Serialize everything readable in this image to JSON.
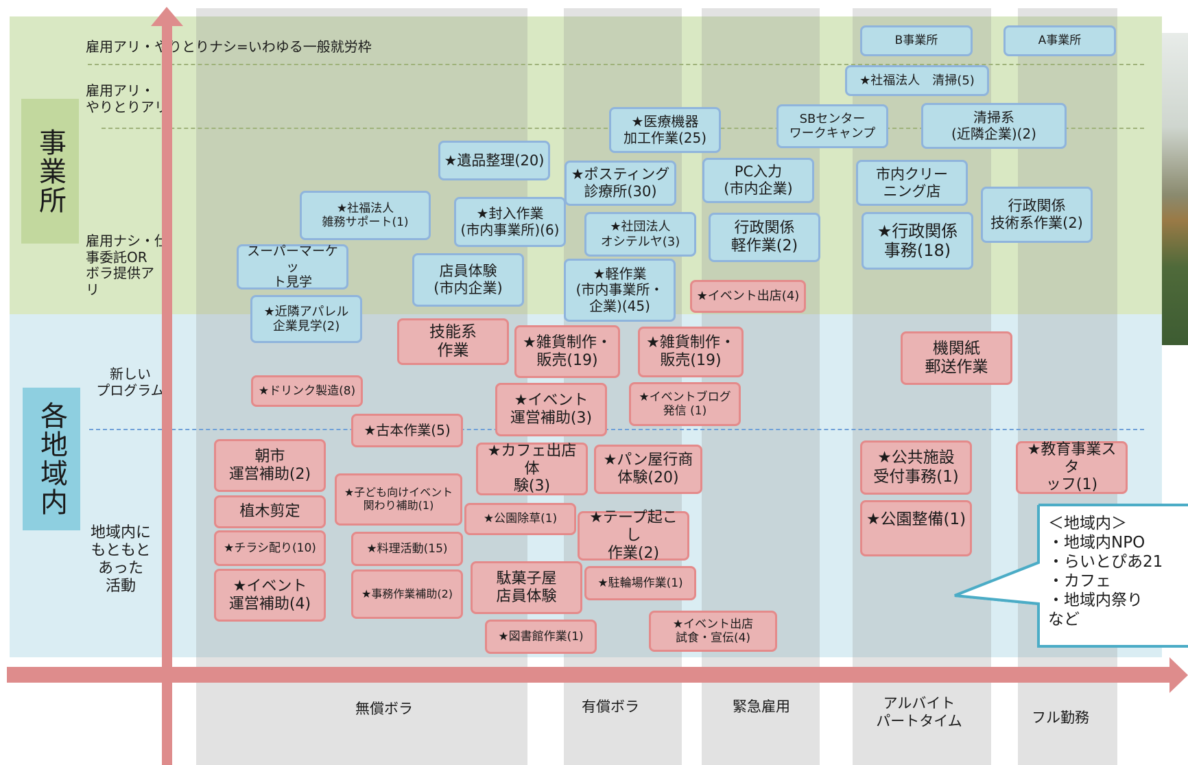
{
  "colors": {
    "office_band": "#d9e8c3",
    "region_band": "#daedf3",
    "office_label_bg": "#c2d89e",
    "region_label_bg": "#8ecfe0",
    "arrow": "#de8c8c",
    "blue_fill": "#b7dde8",
    "blue_border": "#8fb4dc",
    "pink_fill": "#eab3b3",
    "pink_border": "#e48a8a",
    "callout_border": "#4bacc6"
  },
  "vertical_labels": {
    "office": "事業所",
    "region": "各地域内"
  },
  "row_labels": {
    "general_employment": "雇用アリ・やりとりナシ=いわゆる一般就労枠",
    "employment_interaction": "雇用アリ・\nやりとりアリ",
    "no_employment": "雇用ナシ・仕\n事委託OR\nボラ提供ア\nリ",
    "new_program": "新しい\nプログラム",
    "existing_activity": "地域内に\nもともと\nあった\n活動"
  },
  "column_labels": {
    "unpaid_volunteer": "無償ボラ",
    "paid_volunteer": "有償ボラ",
    "emergency_employment": "緊急雇用",
    "part_time": "アルバイト\nパートタイム",
    "full_time": "フル勤務"
  },
  "boxes": [
    {
      "text": "B事業所",
      "color": "blue"
    },
    {
      "text": "A事業所",
      "color": "blue"
    },
    {
      "text": "★社福法人　清掃(5)",
      "color": "blue"
    },
    {
      "text": "★医療機器\n加工作業(25)",
      "color": "blue"
    },
    {
      "text": "SBセンター\nワークキャンプ",
      "color": "blue"
    },
    {
      "text": "清掃系\n(近隣企業)(2)",
      "color": "blue"
    },
    {
      "text": "★遺品整理(20)",
      "color": "blue"
    },
    {
      "text": "★ポスティング\n診療所(30)",
      "color": "blue"
    },
    {
      "text": "PC入力\n(市内企業)",
      "color": "blue"
    },
    {
      "text": "市内クリー\nニング店",
      "color": "blue"
    },
    {
      "text": "行政関係\n技術系作業(2)",
      "color": "blue"
    },
    {
      "text": "★社福法人\n雑務サポート(1)",
      "color": "blue"
    },
    {
      "text": "★封入作業\n(市内事業所)(6)",
      "color": "blue"
    },
    {
      "text": "★社団法人\nオシテルヤ(3)",
      "color": "blue"
    },
    {
      "text": "行政関係\n軽作業(2)",
      "color": "blue"
    },
    {
      "text": "★行政関係\n事務(18)",
      "color": "blue"
    },
    {
      "text": "スーパーマーケッ\nト見学",
      "color": "blue"
    },
    {
      "text": "店員体験\n(市内企業)",
      "color": "blue"
    },
    {
      "text": "★軽作業\n(市内事業所・\n企業)(45)",
      "color": "blue"
    },
    {
      "text": "★近隣アパレル\n企業見学(2)",
      "color": "blue"
    },
    {
      "text": "★イベント出店(4)",
      "color": "pink"
    },
    {
      "text": "技能系\n作業",
      "color": "pink"
    },
    {
      "text": "★雑貨制作・\n販売(19)",
      "color": "pink"
    },
    {
      "text": "★雑貨制作・\n販売(19)",
      "color": "pink"
    },
    {
      "text": "機関紙\n郵送作業",
      "color": "pink"
    },
    {
      "text": "★ドリンク製造(8)",
      "color": "pink"
    },
    {
      "text": "★イベント\n運営補助(3)",
      "color": "pink"
    },
    {
      "text": "★イベントブログ\n発信 (1)",
      "color": "pink"
    },
    {
      "text": "★古本作業(5)",
      "color": "pink"
    },
    {
      "text": "朝市\n運営補助(2)",
      "color": "pink"
    },
    {
      "text": "★カフェ出店体\n験(3)",
      "color": "pink"
    },
    {
      "text": "★パン屋行商\n体験(20)",
      "color": "pink"
    },
    {
      "text": "★公共施設\n受付事務(1)",
      "color": "pink"
    },
    {
      "text": "★教育事業スタ\nッフ(1)",
      "color": "pink"
    },
    {
      "text": "★子ども向けイベント\n関わり補助(1)",
      "color": "pink"
    },
    {
      "text": "植木剪定",
      "color": "pink"
    },
    {
      "text": "★公園除草(1)",
      "color": "pink"
    },
    {
      "text": "★テープ起こし\n作業(2)",
      "color": "pink"
    },
    {
      "text": "★公園整備(1)",
      "color": "pink"
    },
    {
      "text": "★チラシ配り(10)",
      "color": "pink"
    },
    {
      "text": "★料理活動(15)",
      "color": "pink"
    },
    {
      "text": "★イベント\n運営補助(4)",
      "color": "pink"
    },
    {
      "text": "★事務作業補助(2)",
      "color": "pink"
    },
    {
      "text": "駄菓子屋\n店員体験",
      "color": "pink"
    },
    {
      "text": "★駐輪場作業(1)",
      "color": "pink"
    },
    {
      "text": "★図書館作業(1)",
      "color": "pink"
    },
    {
      "text": "★イベント出店\n試食・宣伝(4)",
      "color": "pink"
    }
  ],
  "callout": {
    "text": "＜地域内＞\n・地域内NPO\n・らいとぴあ21\n・カフェ\n・地域内祭り\nなど"
  }
}
